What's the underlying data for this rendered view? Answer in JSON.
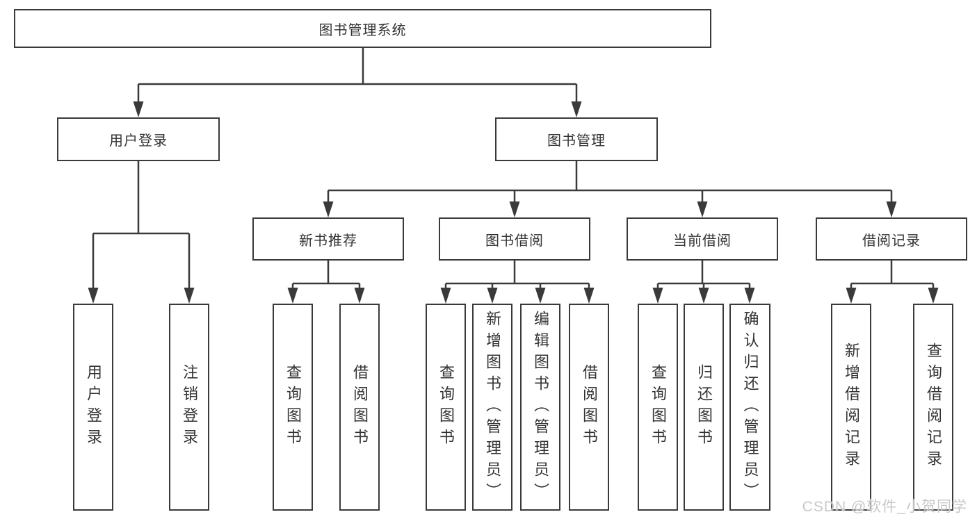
{
  "colors": {
    "line": "#3a3a3a",
    "text": "#333333",
    "box_background": "#ffffff",
    "watermark_text": "#c7c7c7"
  },
  "watermark": {
    "text": "CSDN @软件_小贺同学"
  },
  "diagram": {
    "type": "hierarchy-tree",
    "root": {
      "label": "图书管理系统"
    },
    "branches": [
      {
        "label": "用户登录",
        "children": [
          {
            "label": "用户登录"
          },
          {
            "label": "注销登录"
          }
        ]
      },
      {
        "label": "图书管理",
        "children": [
          {
            "label": "新书推荐",
            "children": [
              {
                "label": "查询图书"
              },
              {
                "label": "借阅图书"
              }
            ]
          },
          {
            "label": "图书借阅",
            "children": [
              {
                "label": "查询图书"
              },
              {
                "label": "新增图书（管理员）"
              },
              {
                "label": "编辑图书（管理员）"
              },
              {
                "label": "借阅图书"
              }
            ]
          },
          {
            "label": "当前借阅",
            "children": [
              {
                "label": "查询图书"
              },
              {
                "label": "归还图书"
              },
              {
                "label": "确认归还（管理员）"
              }
            ]
          },
          {
            "label": "借阅记录",
            "children": [
              {
                "label": "新增借阅记录"
              },
              {
                "label": "查询借阅记录"
              }
            ]
          }
        ]
      }
    ]
  }
}
